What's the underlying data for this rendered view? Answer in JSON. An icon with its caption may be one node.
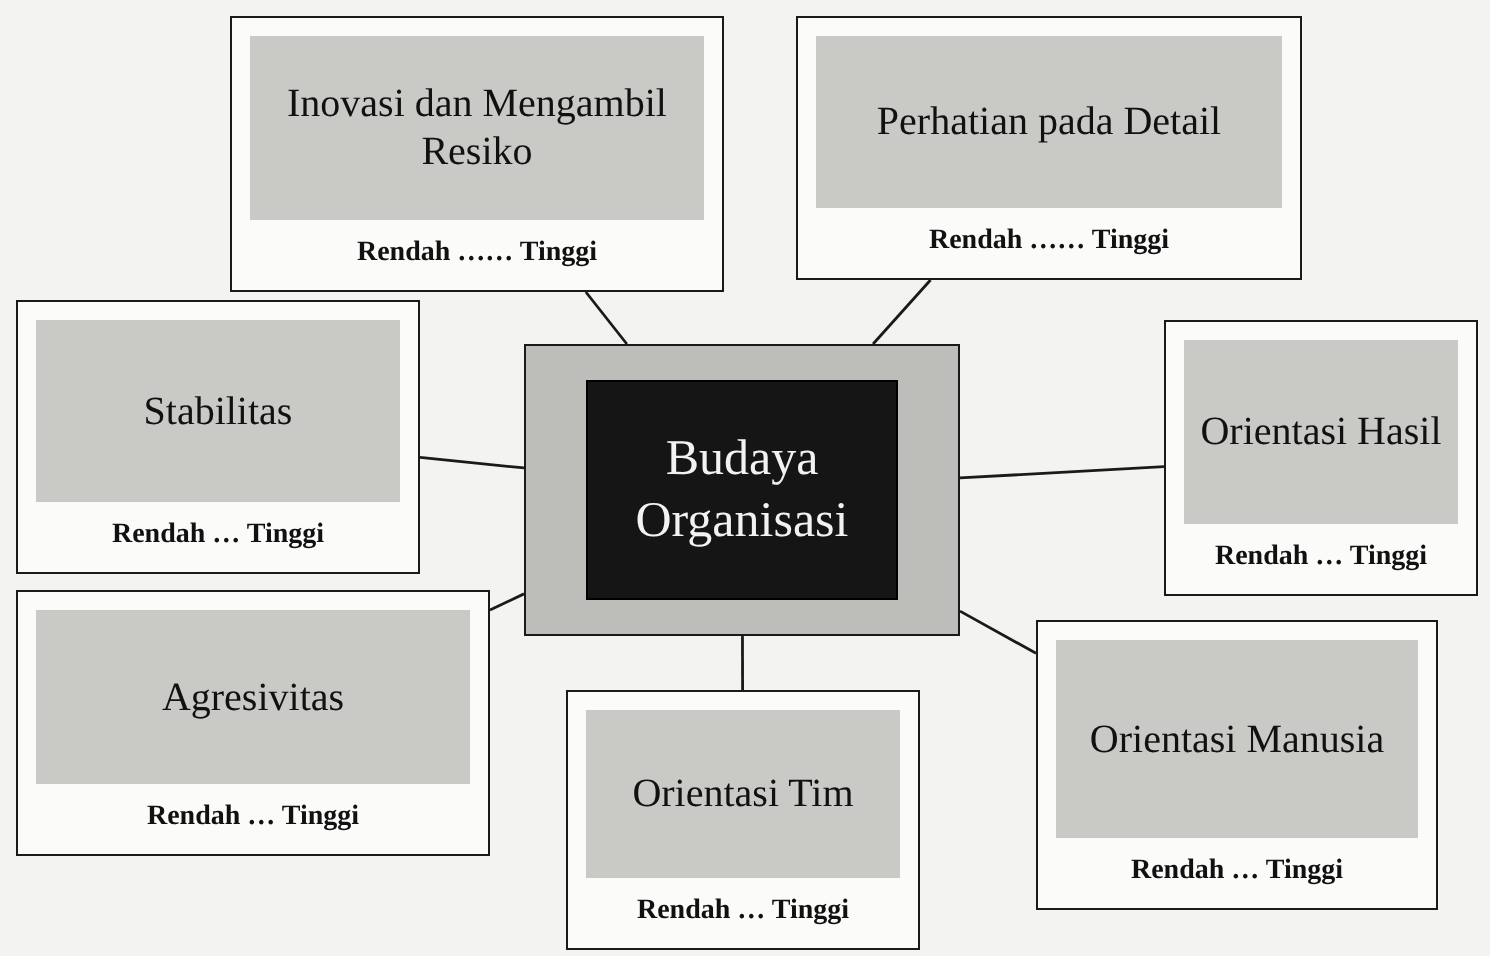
{
  "diagram": {
    "nodes": [
      {
        "text": [
          "Inovasi dan Mengambil Resiko",
          "Rendah …… Tinggi"
        ]
      },
      {
        "text": [
          "Perhatian pada Detail",
          "Rendah …… Tinggi"
        ]
      },
      {
        "text": [
          "Stabilitas",
          "Rendah … Tinggi"
        ]
      },
      {
        "text": [
          "Budaya Organisasi"
        ]
      },
      {
        "text": [
          "Orientasi Hasil",
          "Rendah … Tinggi"
        ]
      },
      {
        "text": [
          "Agresivitas",
          "Rendah … Tinggi"
        ]
      },
      {
        "text": [
          "Orientasi Tim",
          "Rendah … Tinggi"
        ]
      },
      {
        "text": [
          "Orientasi Manusia",
          "Rendah … Tinggi"
        ]
      }
    ],
    "edges": [
      {
        "from": 3,
        "to": 0,
        "arrow": "none"
      },
      {
        "from": 3,
        "to": 1,
        "arrow": "none"
      },
      {
        "from": 3,
        "to": 2,
        "arrow": "none"
      },
      {
        "from": 3,
        "to": 4,
        "arrow": "none"
      },
      {
        "from": 3,
        "to": 5,
        "arrow": "none"
      },
      {
        "from": 3,
        "to": 6,
        "arrow": "none"
      },
      {
        "from": 3,
        "to": 7,
        "arrow": "none"
      }
    ]
  }
}
